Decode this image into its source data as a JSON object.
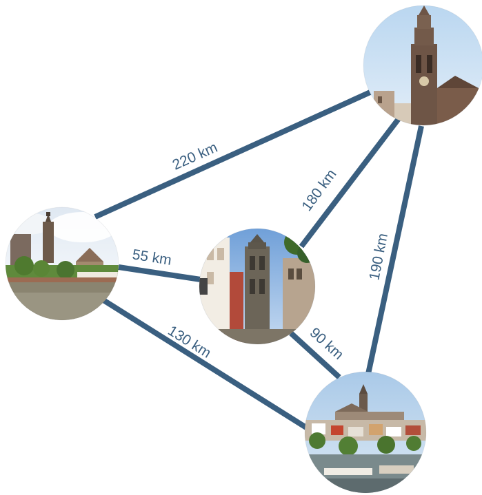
{
  "diagram": {
    "edge_color": "#3a5f80",
    "nodes": [
      {
        "id": "node-west",
        "icon": "city-photo-church-tower-canal"
      },
      {
        "id": "node-center",
        "icon": "city-photo-cathedral-tower-street"
      },
      {
        "id": "node-northeast",
        "icon": "city-photo-church-tower-square"
      },
      {
        "id": "node-southeast",
        "icon": "city-photo-skyline-harbor"
      }
    ],
    "edges": [
      {
        "from": "node-west",
        "to": "node-northeast",
        "label": "220 km"
      },
      {
        "from": "node-center",
        "to": "node-northeast",
        "label": "180 km"
      },
      {
        "from": "node-southeast",
        "to": "node-northeast",
        "label": "190 km"
      },
      {
        "from": "node-west",
        "to": "node-center",
        "label": "55 km"
      },
      {
        "from": "node-center",
        "to": "node-southeast",
        "label": "90 km"
      },
      {
        "from": "node-west",
        "to": "node-southeast",
        "label": "130 km"
      }
    ]
  }
}
